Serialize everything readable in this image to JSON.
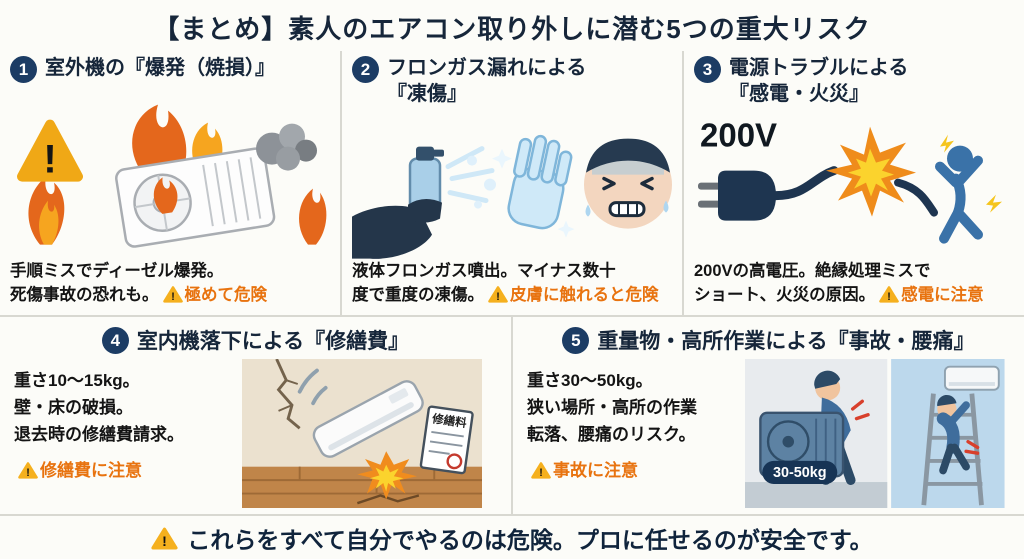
{
  "title": "【まとめ】素人のエアコン取り外しに潜む5つの重大リスク",
  "footer": {
    "text": "これらをすべて自分でやるのは危険。プロに任せるのが安全です。"
  },
  "colors": {
    "badge_navy": "#1c3c64",
    "warning_orange": "#e8730f",
    "triangle_yellow": "#f5b01e",
    "flame_orange": "#e4671c",
    "divider_gray": "#d8d8d1"
  },
  "panels": [
    {
      "number": "1",
      "heading_lines": [
        "室外機の『爆発（焼損）』"
      ],
      "body_lines": [
        "手順ミスでディーゼル爆発。",
        "死傷事故の恐れも。"
      ],
      "warning": "極めて危険"
    },
    {
      "number": "2",
      "heading_lines": [
        "フロンガス漏れによる",
        "『凍傷』"
      ],
      "body_lines": [
        "液体フロンガス噴出。マイナス数十",
        "度で重度の凍傷。"
      ],
      "warning": "皮膚に触れると危険"
    },
    {
      "number": "3",
      "heading_lines": [
        "電源トラブルによる",
        "『感電・火災』"
      ],
      "body_lines": [
        "200Vの高電圧。絶縁処理ミスで",
        "ショート、火災の原因。"
      ],
      "warning": "感電に注意",
      "voltage_label": "200V"
    },
    {
      "number": "4",
      "heading_lines": [
        "室内機落下による『修繕費』"
      ],
      "body_lines": [
        "重さ10〜15kg。",
        "壁・床の破損。",
        "退去時の修繕費請求。"
      ],
      "warning": "修繕費に注意",
      "doc_label": "修繕料"
    },
    {
      "number": "5",
      "heading_lines": [
        "重量物・高所作業による『事故・腰痛』"
      ],
      "body_lines": [
        "重さ30〜50kg。",
        "狭い場所・高所の作業",
        "転落、腰痛のリスク。"
      ],
      "warning": "事故に注意",
      "weight_label": "30-50kg"
    }
  ]
}
